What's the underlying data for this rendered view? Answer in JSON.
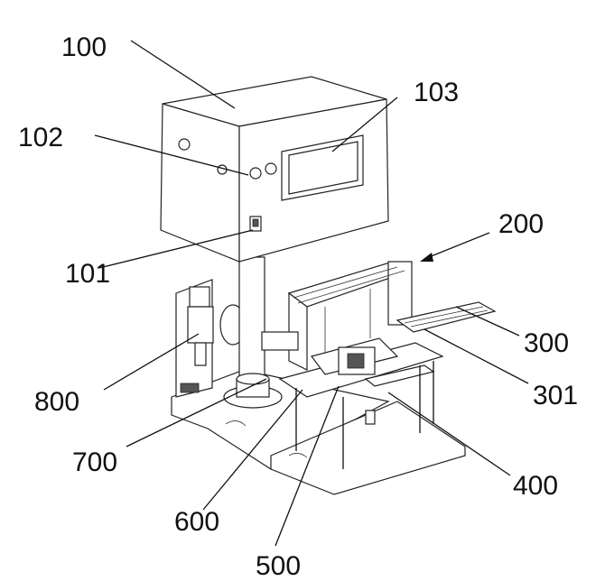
{
  "figure": {
    "labels": {
      "control_box": "100",
      "power_switch": "101",
      "button": "102",
      "display_screen": "103",
      "feeding_mechanism": "200",
      "rail": "300",
      "rail_sub": "301",
      "fixture": "400",
      "pressing_unit": "500",
      "support": "600",
      "column": "700",
      "air_filter": "800"
    }
  }
}
